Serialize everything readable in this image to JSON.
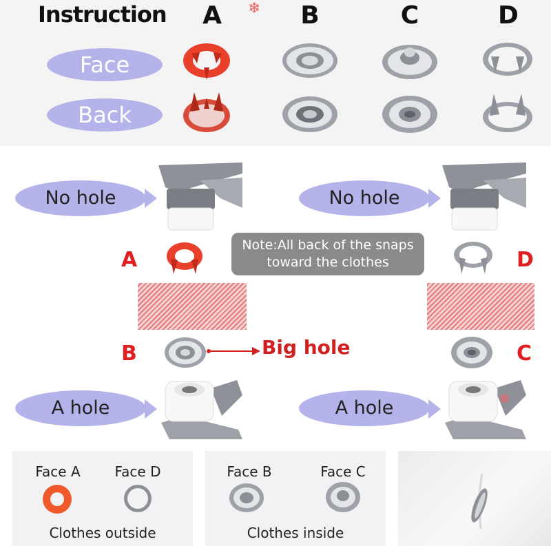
{
  "header": {
    "title": "Instruction",
    "columns": [
      "A",
      "B",
      "C",
      "D"
    ]
  },
  "rows": {
    "face": "Face",
    "back": "Back"
  },
  "steps": {
    "no_hole": "No hole",
    "a_hole": "A hole",
    "left_top": "A",
    "left_bottom": "B",
    "right_top": "D",
    "right_bottom": "C",
    "note_line1": "Note:All back of the snaps",
    "note_line2": "toward the clothes",
    "big_hole": "Big hole"
  },
  "bottom": {
    "face_a": "Face A",
    "face_d": "Face D",
    "clothes_outside": "Clothes outside",
    "face_b": "Face B",
    "face_c": "Face C",
    "clothes_inside": "Clothes inside"
  },
  "colors": {
    "accent_red": "#e02020",
    "pill": "#b4b3ea",
    "snap_red": "#e8402a",
    "metal": "#b9bcc2"
  }
}
